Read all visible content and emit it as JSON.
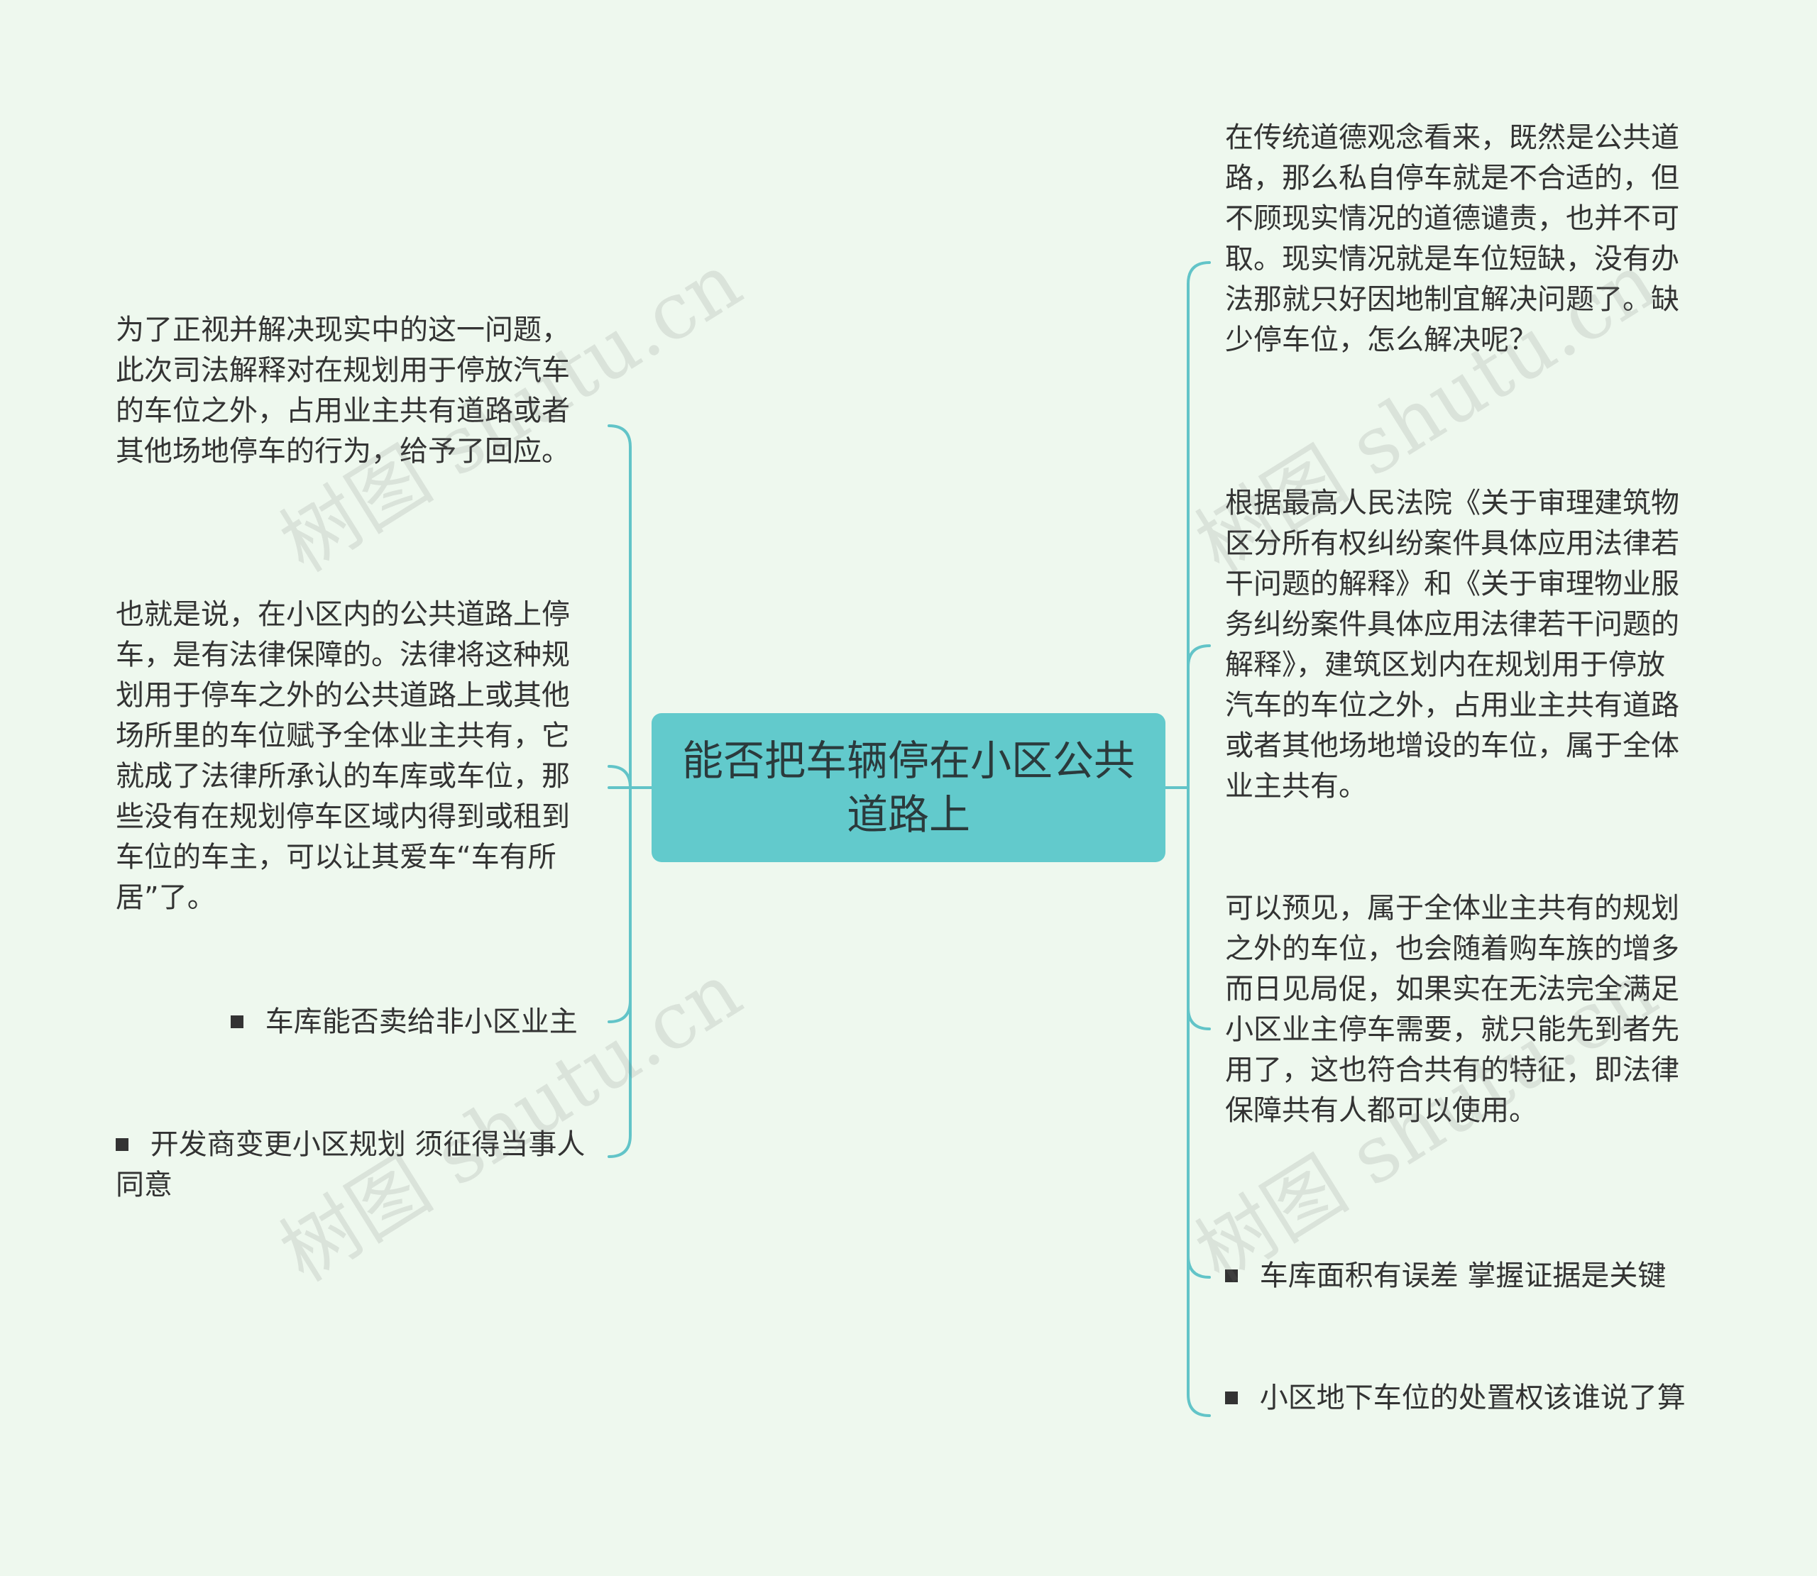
{
  "center": {
    "title": "能否把车辆停在小区公共道路上"
  },
  "colors": {
    "background": "#eef8ee",
    "center_fill": "#62cacc",
    "connector": "#62c4c8",
    "text": "#333333"
  },
  "left_nodes": [
    {
      "text": "为了正视并解决现实中的这一问题，此次司法解释对在规划用于停放汽车的车位之外，占用业主共有道路或者其他场地停车的行为，给予了回应。",
      "bullet": false
    },
    {
      "text": "也就是说，在小区内的公共道路上停车，是有法律保障的。法律将这种规划用于停车之外的公共道路上或其他场所里的车位赋予全体业主共有，它就成了法律所承认的车库或车位，那些没有在规划停车区域内得到或租到车位的车主，可以让其爱车“车有所居”了。",
      "bullet": false
    },
    {
      "text": "车库能否卖给非小区业主",
      "bullet": true
    },
    {
      "text": "开发商变更小区规划 须征得当事人同意",
      "bullet": true
    }
  ],
  "right_nodes": [
    {
      "text": "在传统道德观念看来，既然是公共道路，那么私自停车就是不合适的，但不顾现实情况的道德谴责，也并不可取。现实情况就是车位短缺，没有办法那就只好因地制宜解决问题了。缺少停车位，怎么解决呢？",
      "bullet": false
    },
    {
      "text": "根据最高人民法院《关于审理建筑物区分所有权纠纷案件具体应用法律若干问题的解释》和《关于审理物业服务纠纷案件具体应用法律若干问题的解释》，建筑区划内在规划用于停放汽车的车位之外，占用业主共有道路或者其他场地增设的车位，属于全体业主共有。",
      "bullet": false
    },
    {
      "text": "可以预见，属于全体业主共有的规划之外的车位，也会随着购车族的增多而日见局促，如果实在无法完全满足小区业主停车需要，就只能先到者先用了，这也符合共有的特征，即法律保障共有人都可以使用。",
      "bullet": false
    },
    {
      "text": "车库面积有误差 掌握证据是关键",
      "bullet": true
    },
    {
      "text": "小区地下车位的处置权该谁说了算",
      "bullet": true
    }
  ],
  "watermark": "树图 shutu.cn"
}
